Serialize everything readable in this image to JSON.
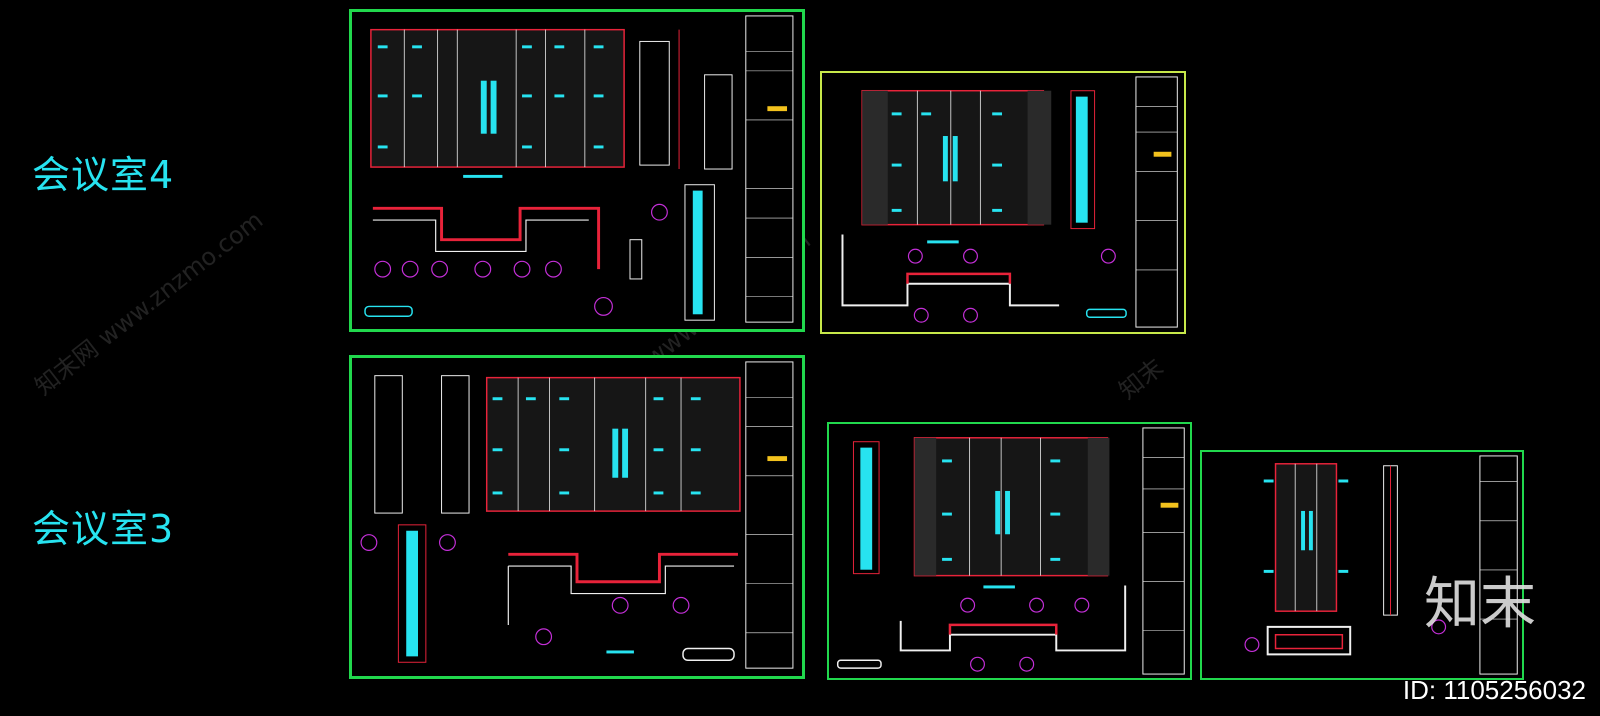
{
  "rooms": {
    "room4": "会议室4",
    "room3": "会议室3"
  },
  "watermark": {
    "cn": "知末网",
    "url": "www.znzmo.com",
    "url2": "www.znzmo.com",
    "cn2": "知末"
  },
  "logo": {
    "text": "知末"
  },
  "id_label": "ID: 1105256032",
  "colors": {
    "background": "#000000",
    "sheet_border_green": "#21d84d",
    "sheet_border_yellowgreen": "#c7e84a",
    "cyan": "#27e3f0",
    "red": "#e8233a",
    "magenta": "#c42fd8",
    "white": "#f0f0f0",
    "yellow": "#f3c21d"
  }
}
